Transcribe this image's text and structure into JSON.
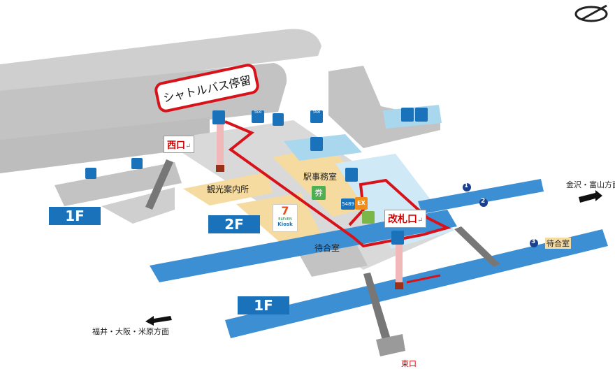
{
  "map": {
    "labels": {
      "shuttle_bus_stop": "シャトルバス停留",
      "west_exit": "西口",
      "east_exit": "東口",
      "ticket_gate": "改札口",
      "station_office": "駅事務室",
      "tourist_info": "観光案内所",
      "waiting_room_2f": "待合室",
      "waiting_room_platform": "待合室",
      "direction_kanazawa": "金沢・富山方面",
      "direction_fukui": "福井・大阪・米原方面",
      "kiosk_brand": "ELEVEN",
      "kiosk_sub": "Kiosk",
      "ticket_mark": "券",
      "ic_mark": "5489",
      "ex_mark": "EX",
      "taxi_mark": "TAXI",
      "gate_return_mark": "↵"
    },
    "floors": {
      "upper_floor": "1F",
      "concourse": "2F",
      "lower_floor": "1F"
    },
    "tracks": [
      "1",
      "2",
      "3"
    ],
    "colors": {
      "platform_blue": "#3d8fd4",
      "floor_gray": "#bdbdbd",
      "route_red": "#d8121a",
      "label_blue": "#1a72bb",
      "info_area": "#f6dba0",
      "ticket_area": "#cfe9f7"
    },
    "icons": [
      "compass-icon",
      "toilet-icon",
      "accessible-icon",
      "bus-icon",
      "taxi-icon",
      "elevator-icon",
      "kiosk-logo-icon",
      "ticket-icon",
      "exit-arrow-icon"
    ]
  }
}
